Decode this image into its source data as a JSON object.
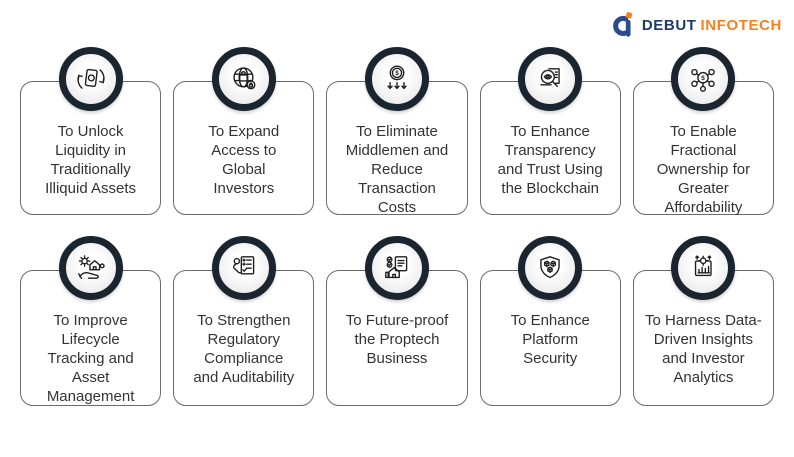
{
  "logo": {
    "brand_primary": "DEBUT",
    "brand_secondary": "INFOTECH",
    "colors": {
      "navy": "#1c3a6b",
      "orange": "#f5821f"
    }
  },
  "style": {
    "ring_color": "#1b2530",
    "card_border_color": "#6b6b6b",
    "text_color": "#333333"
  },
  "cards": [
    {
      "icon": "money-cycle-icon",
      "text": "To Unlock\nLiquidity in\nTraditionally\nIlliquid Assets"
    },
    {
      "icon": "globe-lock-icon",
      "text": "To Expand\nAccess to\nGlobal\nInvestors"
    },
    {
      "icon": "reduce-cost-icon",
      "text": "To Eliminate\nMiddlemen and\nReduce\nTransaction\nCosts"
    },
    {
      "icon": "transparency-search-icon",
      "text": "To Enhance\nTransparency\nand Trust Using\nthe Blockchain"
    },
    {
      "icon": "fractional-ownership-icon",
      "text": "To Enable\nFractional\nOwnership for\nGreater\nAffordability"
    },
    {
      "icon": "asset-management-icon",
      "text": "To Improve\nLifecycle\nTracking and\nAsset\nManagement"
    },
    {
      "icon": "compliance-checklist-icon",
      "text": "To Strengthen\nRegulatory\nCompliance\nand Auditability"
    },
    {
      "icon": "future-proof-icon",
      "text": "To Future-proof\nthe Proptech\nBusiness"
    },
    {
      "icon": "shield-security-icon",
      "text": "To Enhance\nPlatform\nSecurity"
    },
    {
      "icon": "data-analytics-icon",
      "text": "To Harness Data-\nDriven Insights\nand Investor\nAnalytics"
    }
  ]
}
